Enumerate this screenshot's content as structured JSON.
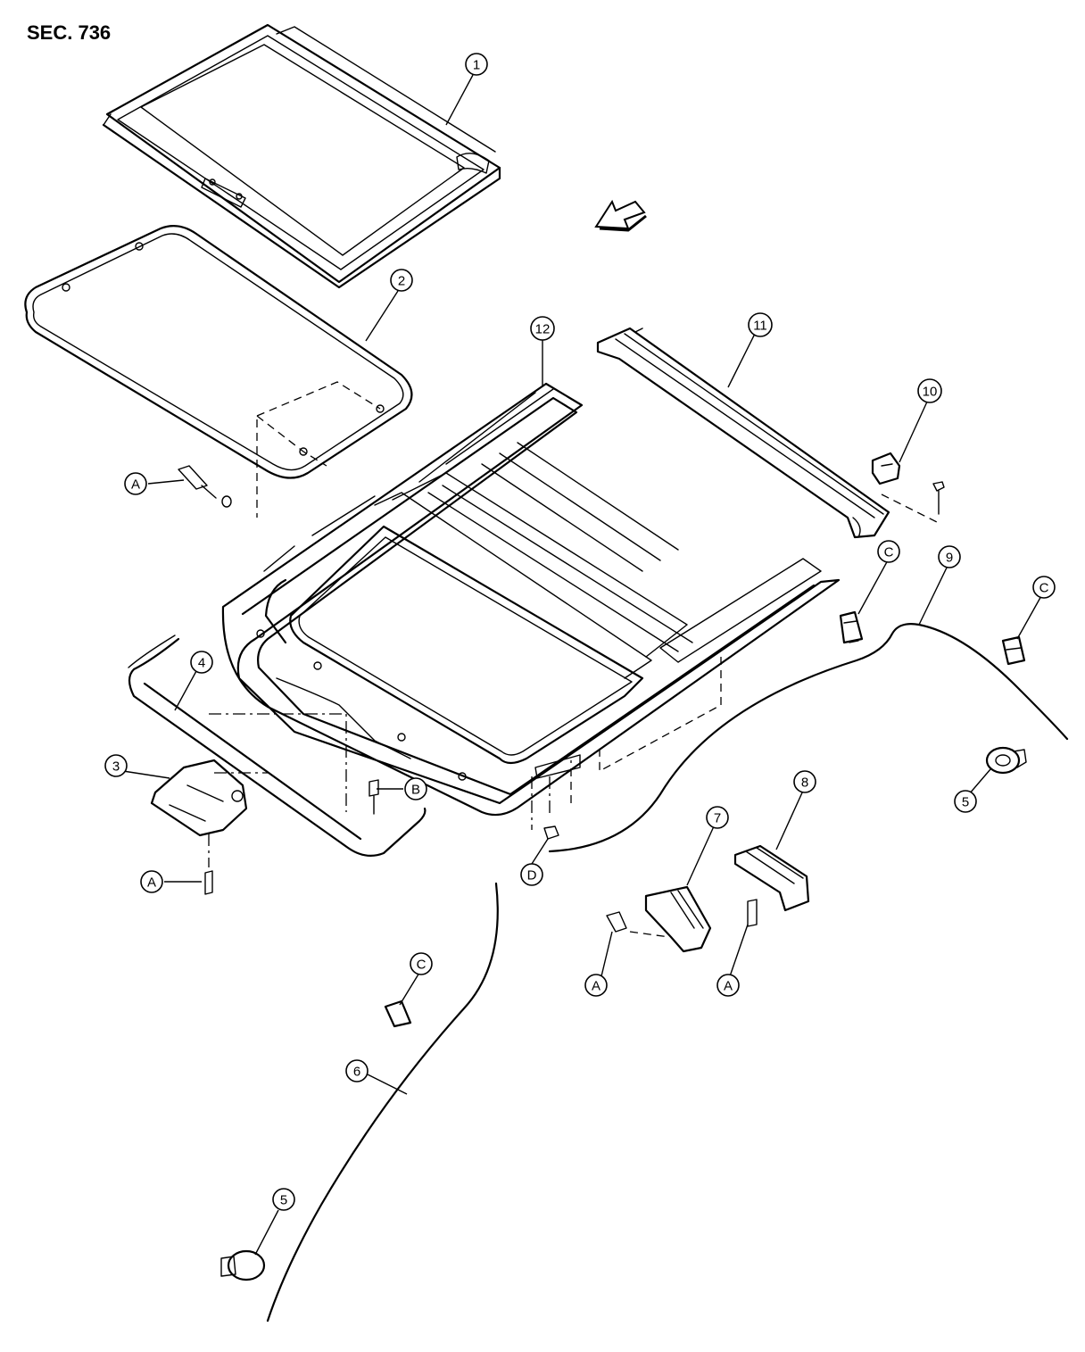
{
  "section_label": "SEC. 736",
  "callouts": [
    {
      "id": "c1",
      "text": "1"
    },
    {
      "id": "c2",
      "text": "2"
    },
    {
      "id": "c3",
      "text": "3"
    },
    {
      "id": "c4",
      "text": "4"
    },
    {
      "id": "c5a",
      "text": "5"
    },
    {
      "id": "c5b",
      "text": "5"
    },
    {
      "id": "c6",
      "text": "6"
    },
    {
      "id": "c7",
      "text": "7"
    },
    {
      "id": "c8",
      "text": "8"
    },
    {
      "id": "c9",
      "text": "9"
    },
    {
      "id": "c10",
      "text": "10"
    },
    {
      "id": "c11",
      "text": "11"
    },
    {
      "id": "c12",
      "text": "12"
    },
    {
      "id": "cA1",
      "text": "A"
    },
    {
      "id": "cA2",
      "text": "A"
    },
    {
      "id": "cA3",
      "text": "A"
    },
    {
      "id": "cA4",
      "text": "A"
    },
    {
      "id": "cB",
      "text": "B"
    },
    {
      "id": "cC1",
      "text": "C"
    },
    {
      "id": "cC2",
      "text": "C"
    },
    {
      "id": "cC3",
      "text": "C"
    },
    {
      "id": "cD",
      "text": "D"
    }
  ]
}
